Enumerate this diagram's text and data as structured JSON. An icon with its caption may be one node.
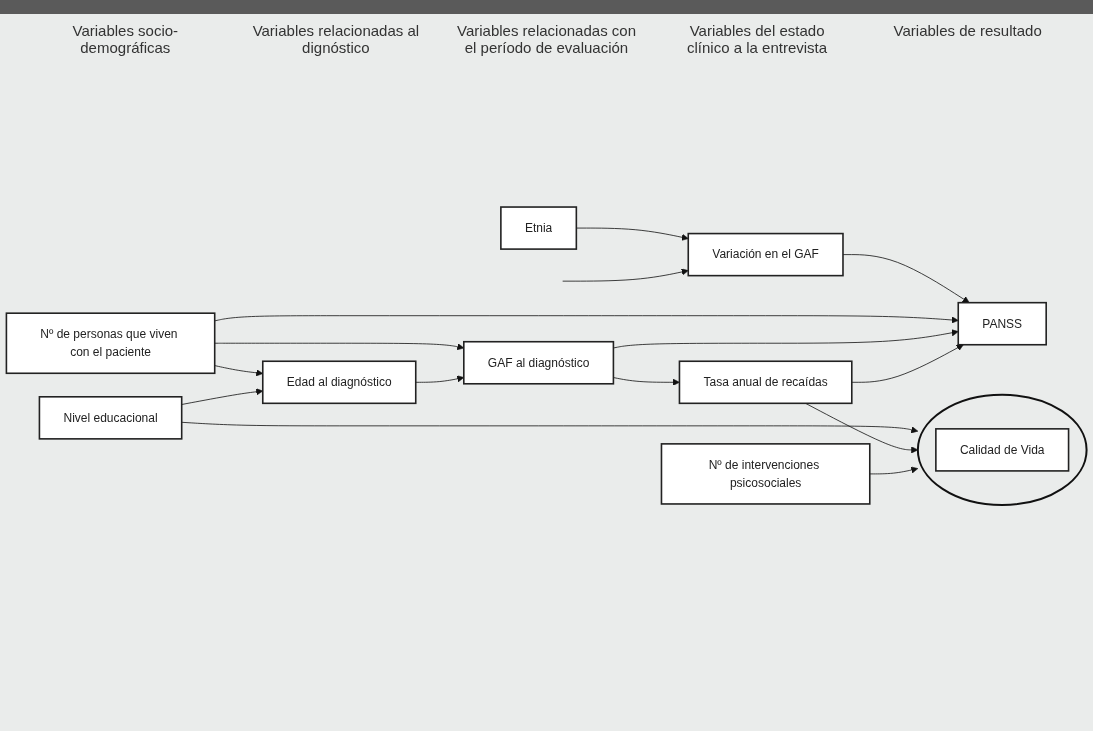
{
  "diagram": {
    "nodes": [
      {
        "text": [
          "Etnia"
        ]
      },
      {
        "text": [
          "Variación en el GAF"
        ]
      },
      {
        "text": [
          "Edad al diagnóstico"
        ]
      },
      {
        "text": [
          "PANSS"
        ]
      },
      {
        "text": [],
        "shape": "ellipse"
      },
      {
        "text": [
          "Calidad de Vida"
        ],
        "in": 4
      },
      {
        "text": [
          "Nº de personas que viven con el paciente"
        ]
      },
      {
        "text": [
          "GAF al diagnóstico"
        ]
      },
      {
        "text": [
          "Tasa anual de recaídas"
        ]
      },
      {
        "text": [
          "Nivel educacional"
        ]
      },
      {
        "text": [
          "Nº de intervenciones psicosociales"
        ]
      }
    ],
    "edges": [
      {
        "from": 0,
        "to": 1,
        "arrow": "to"
      },
      {
        "from": 1,
        "to": 3,
        "arrow": "to"
      },
      {
        "from": 6,
        "to": 2,
        "arrow": "to"
      },
      {
        "from": 6,
        "to": 3,
        "arrow": "to"
      },
      {
        "from": 6,
        "to": 7,
        "arrow": "to"
      },
      {
        "from": 9,
        "to": 2,
        "arrow": "to"
      },
      {
        "from": 9,
        "to": 4,
        "arrow": "to"
      },
      {
        "from": 2,
        "to": 7,
        "arrow": "to"
      },
      {
        "from": 7,
        "to": 8,
        "arrow": "to"
      },
      {
        "from": 7,
        "to": 3,
        "arrow": "to"
      },
      {
        "from": 8,
        "to": 3,
        "arrow": "to"
      },
      {
        "from": 8,
        "to": 4,
        "arrow": "to"
      },
      {
        "from": 10,
        "to": 4,
        "arrow": "to"
      },
      {
        "from": null,
        "to": 1,
        "arrow": "to"
      }
    ],
    "labels": [
      "Variables socio-demográficas",
      "Variables relacionadas al dignóstico",
      "Variables relacionadas con el período de evaluación",
      "Variables del estado clínico a la entrevista",
      "Variables de resultado"
    ]
  }
}
